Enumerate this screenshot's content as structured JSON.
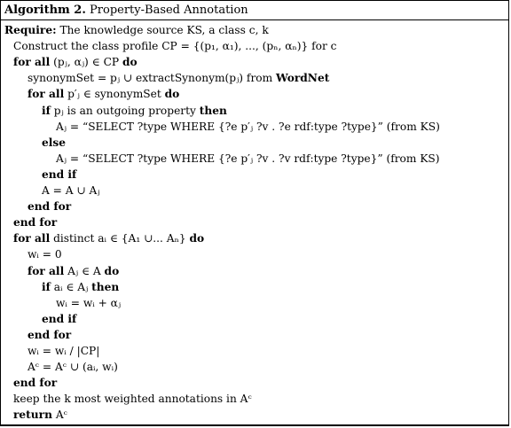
{
  "caption": {
    "label": "Algorithm 2.",
    "title": "Property-Based Annotation"
  },
  "lines": [
    {
      "indent": 0,
      "text": "Require: The knowledge source KS, a class c, k"
    },
    {
      "indent": 1,
      "text": "Construct the class profile CP = {(p₁, α₁), ..., (pₙ, αₙ)} for c"
    },
    {
      "indent": 1,
      "text": "for all (pⱼ, αⱼ) ∈ CP do"
    },
    {
      "indent": 2,
      "text": "synonymSet = pⱼ ∪ extractSynonym(pⱼ) from WordNet"
    },
    {
      "indent": 2,
      "text": "for all p′ⱼ ∈ synonymSet do"
    },
    {
      "indent": 3,
      "text": "if pⱼ is an outgoing property then"
    },
    {
      "indent": 4,
      "text": "Aⱼ = “SELECT ?type WHERE {?e p′ⱼ ?v . ?e rdf:type ?type}” (from KS)"
    },
    {
      "indent": 3,
      "text": "else"
    },
    {
      "indent": 4,
      "text": "Aⱼ = “SELECT ?type WHERE {?e p′ⱼ ?v . ?v rdf:type ?type}” (from KS)"
    },
    {
      "indent": 3,
      "text": "end if"
    },
    {
      "indent": 3,
      "text": "A = A ∪ Aⱼ"
    },
    {
      "indent": 2,
      "text": "end for"
    },
    {
      "indent": 1,
      "text": "end for"
    },
    {
      "indent": 1,
      "text": "for all  distinct aᵢ ∈ {A₁ ∪... Aₙ}  do"
    },
    {
      "indent": 2,
      "text": "wᵢ = 0"
    },
    {
      "indent": 2,
      "text": "for all  Aⱼ ∈ A do"
    },
    {
      "indent": 3,
      "text": "if  aᵢ ∈ Aⱼ then"
    },
    {
      "indent": 4,
      "text": "wᵢ = wᵢ + αⱼ"
    },
    {
      "indent": 3,
      "text": "end if"
    },
    {
      "indent": 2,
      "text": "end for"
    },
    {
      "indent": 2,
      "text": "wᵢ = wᵢ / |CP|"
    },
    {
      "indent": 2,
      "text": "Aᶜ = Aᶜ ∪ (aᵢ, wᵢ)"
    },
    {
      "indent": 1,
      "text": "end for"
    },
    {
      "indent": 1,
      "text": "keep the k most weighted annotations in Aᶜ"
    },
    {
      "indent": 1,
      "text": "return  Aᶜ"
    }
  ]
}
